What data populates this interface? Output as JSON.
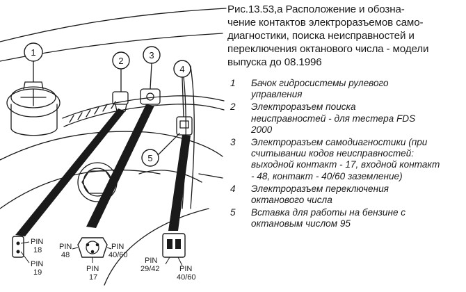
{
  "caption": {
    "lines": [
      "Рис.13.53,а Расположение и обозна-",
      "чение контактов электроразъемов само-",
      "диагностики, поиска неисправностей и",
      "переключения октанового числа - модели",
      "выпуска до 08.1996"
    ]
  },
  "legend": [
    {
      "num": "1",
      "lines": [
        "Бачок гидросистемы рулевого",
        "управления"
      ]
    },
    {
      "num": "2",
      "lines": [
        "Электроразъем поиска",
        "неисправностей - для тестера FDS",
        "2000"
      ]
    },
    {
      "num": "3",
      "lines": [
        "Электроразъем самодиагностики (при",
        "считывании кодов неисправностей:",
        "выходной контакт - 17, входной контакт",
        "- 48, контакт - 40/60 заземление)"
      ]
    },
    {
      "num": "4",
      "lines": [
        "Электроразъем переключения",
        "октанового числа"
      ]
    },
    {
      "num": "5",
      "lines": [
        "Вставка для работы на бензине с",
        "октановым числом 95"
      ]
    }
  ],
  "figure": {
    "callouts": [
      "1",
      "2",
      "3",
      "4",
      "5"
    ],
    "pins": {
      "p18": "PIN",
      "p18n": "18",
      "p19": "PIN",
      "p19n": "19",
      "p48": "PIN",
      "p48n": "48",
      "p4060a": "PIN",
      "p4060an": "40/60",
      "p17": "PIN",
      "p17n": "17",
      "p2942": "PIN",
      "p2942n": "29/42",
      "p4060b": "PIN",
      "p4060bn": "40/60"
    }
  }
}
